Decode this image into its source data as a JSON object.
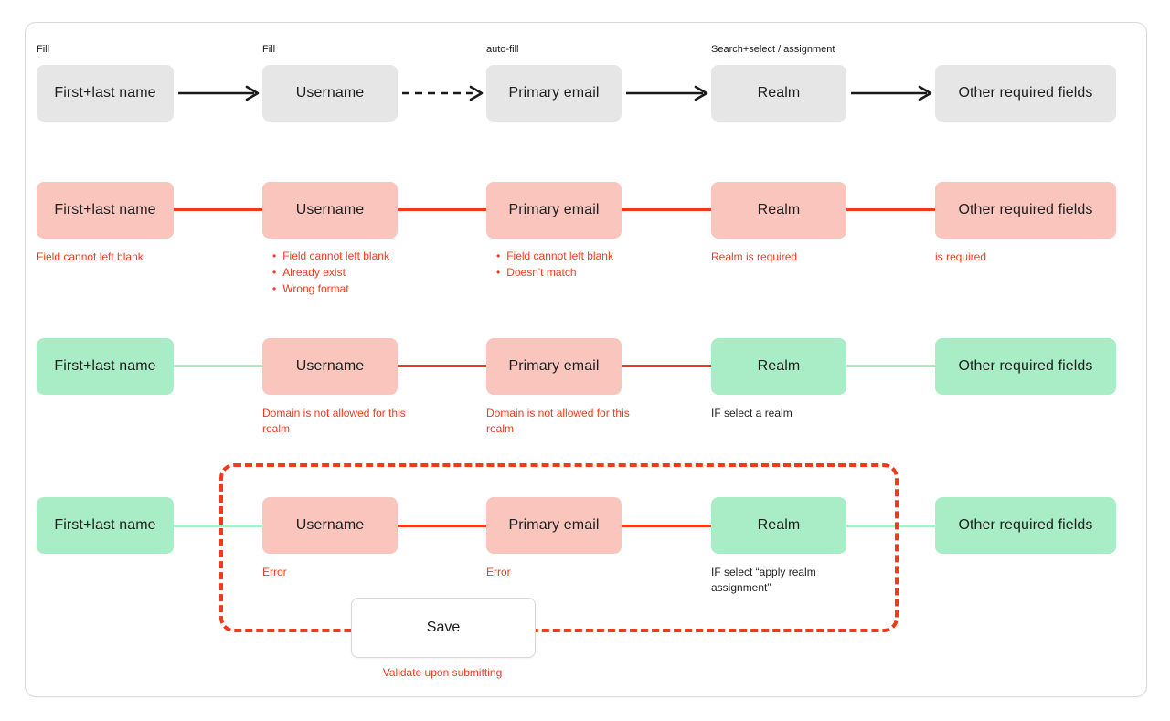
{
  "palette": {
    "neutral_fill": "#e6e6e6",
    "error_fill": "#f9c5bd",
    "valid_fill": "#a8edc5",
    "error_line": "#f2391c",
    "valid_line": "#a8edc5",
    "arrow_line": "#1a1a1a"
  },
  "rows": [
    {
      "labels": [
        "Fill",
        "Fill",
        "auto-fill",
        "Search+select / assignment"
      ],
      "boxes": [
        {
          "label": "First+last name"
        },
        {
          "label": "Username"
        },
        {
          "label": "Primary email"
        },
        {
          "label": "Realm"
        },
        {
          "label": "Other required fields"
        }
      ],
      "connectors": [
        "solid-arrow",
        "dashed-arrow",
        "solid-arrow",
        "solid-arrow"
      ]
    },
    {
      "boxes": [
        {
          "label": "First+last name"
        },
        {
          "label": "Username"
        },
        {
          "label": "Primary email"
        },
        {
          "label": "Realm"
        },
        {
          "label": "Other required fields"
        }
      ],
      "captions": {
        "first_last": "Field cannot left blank",
        "username_bullets": [
          "Field cannot left blank",
          "Already exist",
          "Wrong format"
        ],
        "email_bullets": [
          "Field cannot left blank",
          "Doesn't match"
        ],
        "realm": "Realm is required",
        "other": "is required"
      }
    },
    {
      "boxes": [
        {
          "label": "First+last name"
        },
        {
          "label": "Username"
        },
        {
          "label": "Primary email"
        },
        {
          "label": "Realm"
        },
        {
          "label": "Other required fields"
        }
      ],
      "captions": {
        "username": "Domain is not allowed for this realm",
        "email": "Domain is not allowed for this realm",
        "realm": "IF select a realm"
      }
    },
    {
      "boxes": [
        {
          "label": "First+last name"
        },
        {
          "label": "Username"
        },
        {
          "label": "Primary email"
        },
        {
          "label": "Realm"
        },
        {
          "label": "Other required fields"
        }
      ],
      "captions": {
        "username": "Error",
        "email": "Error",
        "realm": "IF select “apply realm assignment”"
      }
    }
  ],
  "save": {
    "label": "Save",
    "note": "Validate upon submitting"
  }
}
